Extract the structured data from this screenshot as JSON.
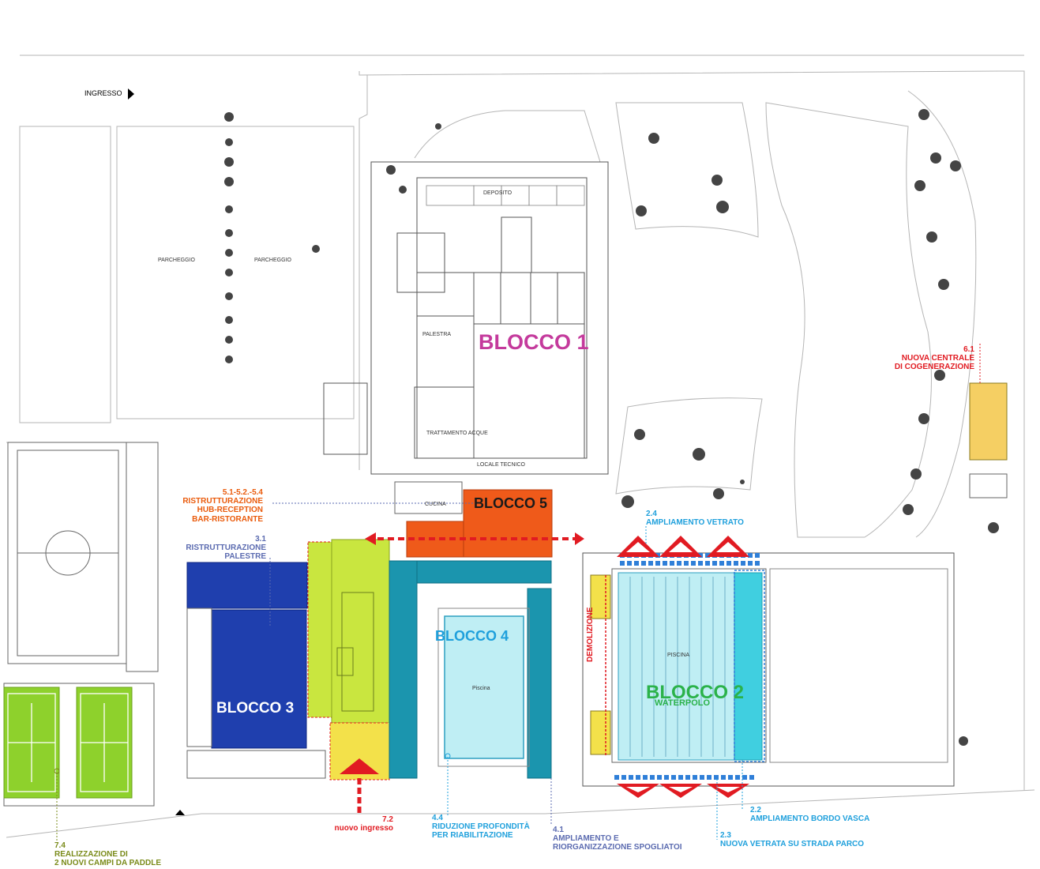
{
  "entrance_label": "INGRESSO",
  "parking": [
    "PARCHEGGIO",
    "PARCHEGGIO"
  ],
  "blocks": {
    "b1": "BLOCCO 1",
    "b2": "BLOCCO 2",
    "b2_sub": "WATERPOLO",
    "b3": "BLOCCO 3",
    "b4": "BLOCCO 4",
    "b5": "BLOCCO 5"
  },
  "rooms": {
    "piscina": "PISCINA",
    "piscina_b4": "Piscina",
    "demolizione": "DEMOLIZIONE",
    "palestra": "PALESTRA",
    "trattamento": "TRATTAMENTO ACQUE",
    "locale_tecnico": "LOCALE TECNICO",
    "deposito": "DEPOSITO",
    "cucina": "CUCINA"
  },
  "annotations": {
    "a51": {
      "num": "5.1-5.2.-5.4",
      "lines": [
        "RISTRUTTURAZIONE",
        "HUB-RECEPTION",
        "BAR-RISTORANTE"
      ]
    },
    "a31": {
      "num": "3.1",
      "lines": [
        "RISTRUTTURAZIONE",
        "PALESTRE"
      ]
    },
    "a24": {
      "num": "2.4",
      "lines": [
        "AMPLIAMENTO VETRATO"
      ]
    },
    "a61": {
      "num": "6.1",
      "lines": [
        "NUOVA CENTRALE",
        "DI COGENERAZIONE"
      ]
    },
    "a72": {
      "num": "7.2",
      "lines": [
        "nuovo ingresso"
      ]
    },
    "a44": {
      "num": "4.4",
      "lines": [
        "RIDUZIONE PROFONDITÀ",
        "PER RIABILITAZIONE"
      ]
    },
    "a41": {
      "num": "4.1",
      "lines": [
        "AMPLIAMENTO E",
        "RIORGANIZZAZIONE SPOGLIATOI"
      ]
    },
    "a22": {
      "num": "2.2",
      "lines": [
        "AMPLIAMENTO BORDO VASCA"
      ]
    },
    "a23": {
      "num": "2.3",
      "lines": [
        "NUOVA VETRATA SU STRADA PARCO"
      ]
    },
    "a74": {
      "num": "7.4",
      "lines": [
        "REALIZZAZIONE DI",
        "2 NUOVI CAMPI DA PADDLE"
      ]
    }
  },
  "colors": {
    "blocco1": "#c43a9c",
    "blocco2": "#2bb24a",
    "blocco3": "#1f3fae",
    "blocco4": "#16a3c4",
    "blocco5": "#ef5a1a",
    "yellow_green": "#c9e63f",
    "yellow": "#f3e14a",
    "cyan_light": "#bfeef4",
    "teal": "#1b95ae",
    "paddle": "#8ed12c",
    "cogeneration": "#f5cf63",
    "red": "#e11b22",
    "dashed_blue": "#2f7fd8"
  }
}
